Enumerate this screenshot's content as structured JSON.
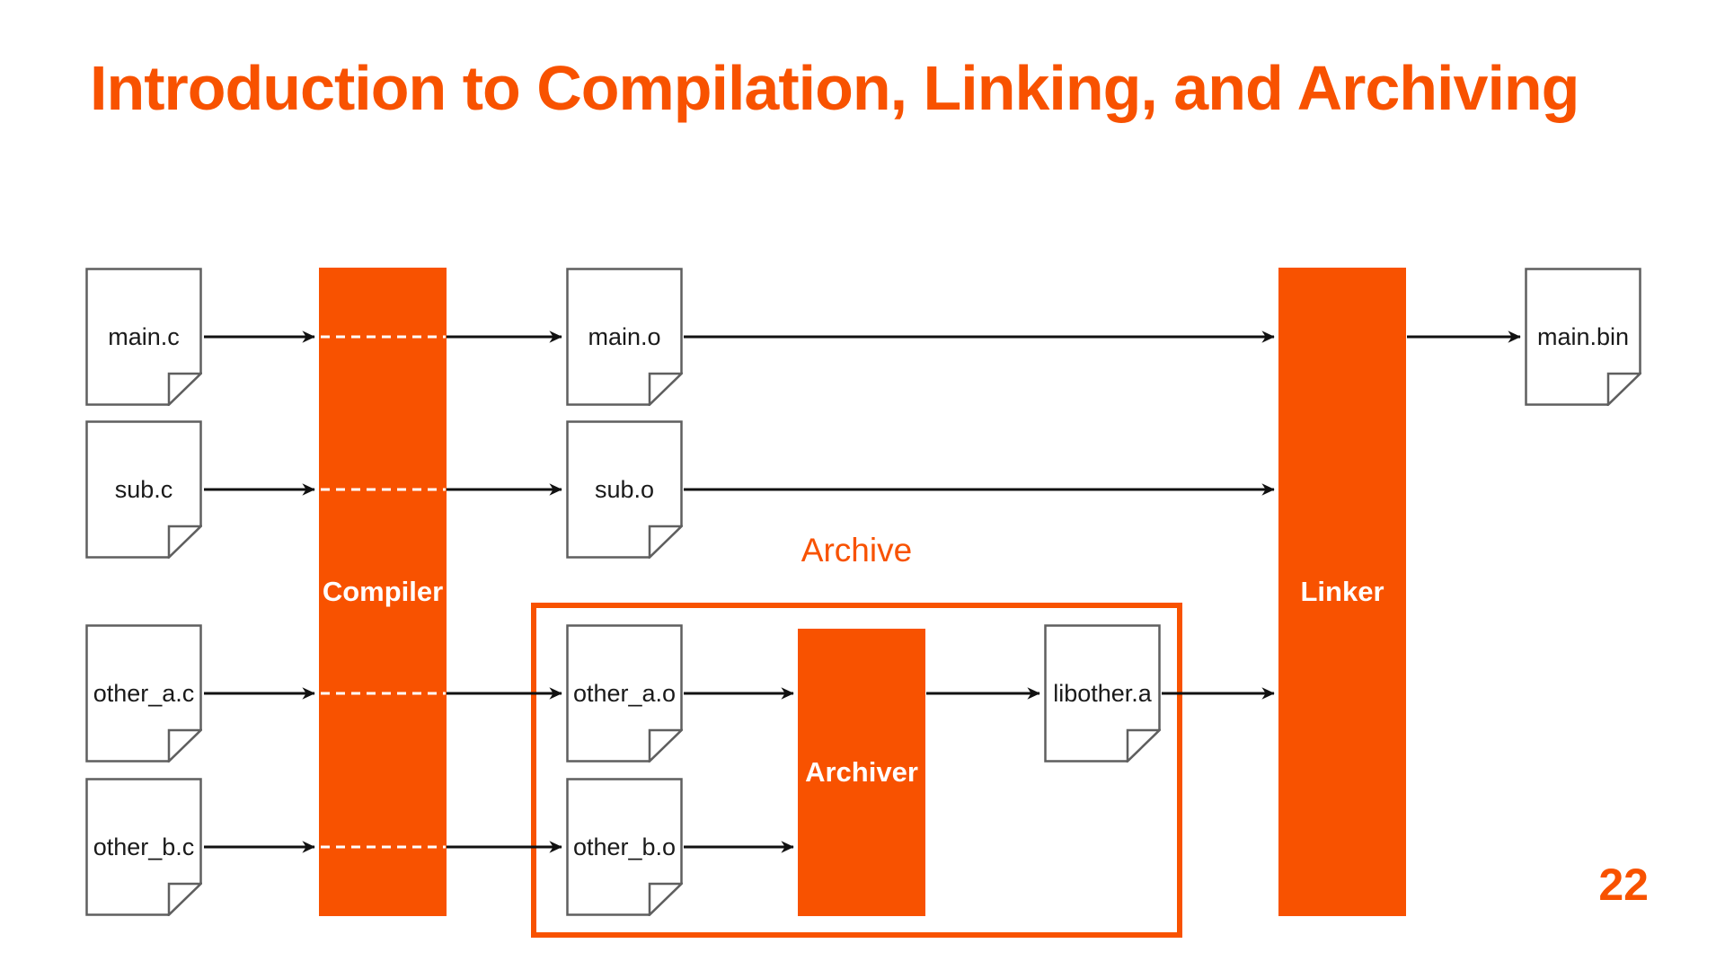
{
  "title": "Introduction to Compilation, Linking, and Archiving",
  "page_number": "22",
  "colors": {
    "accent": "#F85200",
    "file_border": "#5f5f5f",
    "arrow": "#111111",
    "text": "#1a1a1a"
  },
  "nodes": {
    "main_c": {
      "label": "main.c"
    },
    "sub_c": {
      "label": "sub.c"
    },
    "other_a_c": {
      "label": "other_a.c"
    },
    "other_b_c": {
      "label": "other_b.c"
    },
    "compiler": {
      "label": "Compiler"
    },
    "main_o": {
      "label": "main.o"
    },
    "sub_o": {
      "label": "sub.o"
    },
    "other_a_o": {
      "label": "other_a.o"
    },
    "other_b_o": {
      "label": "other_b.o"
    },
    "archive_group": {
      "label": "Archive"
    },
    "archiver": {
      "label": "Archiver"
    },
    "libother_a": {
      "label": "libother.a"
    },
    "linker": {
      "label": "Linker"
    },
    "main_bin": {
      "label": "main.bin"
    }
  }
}
